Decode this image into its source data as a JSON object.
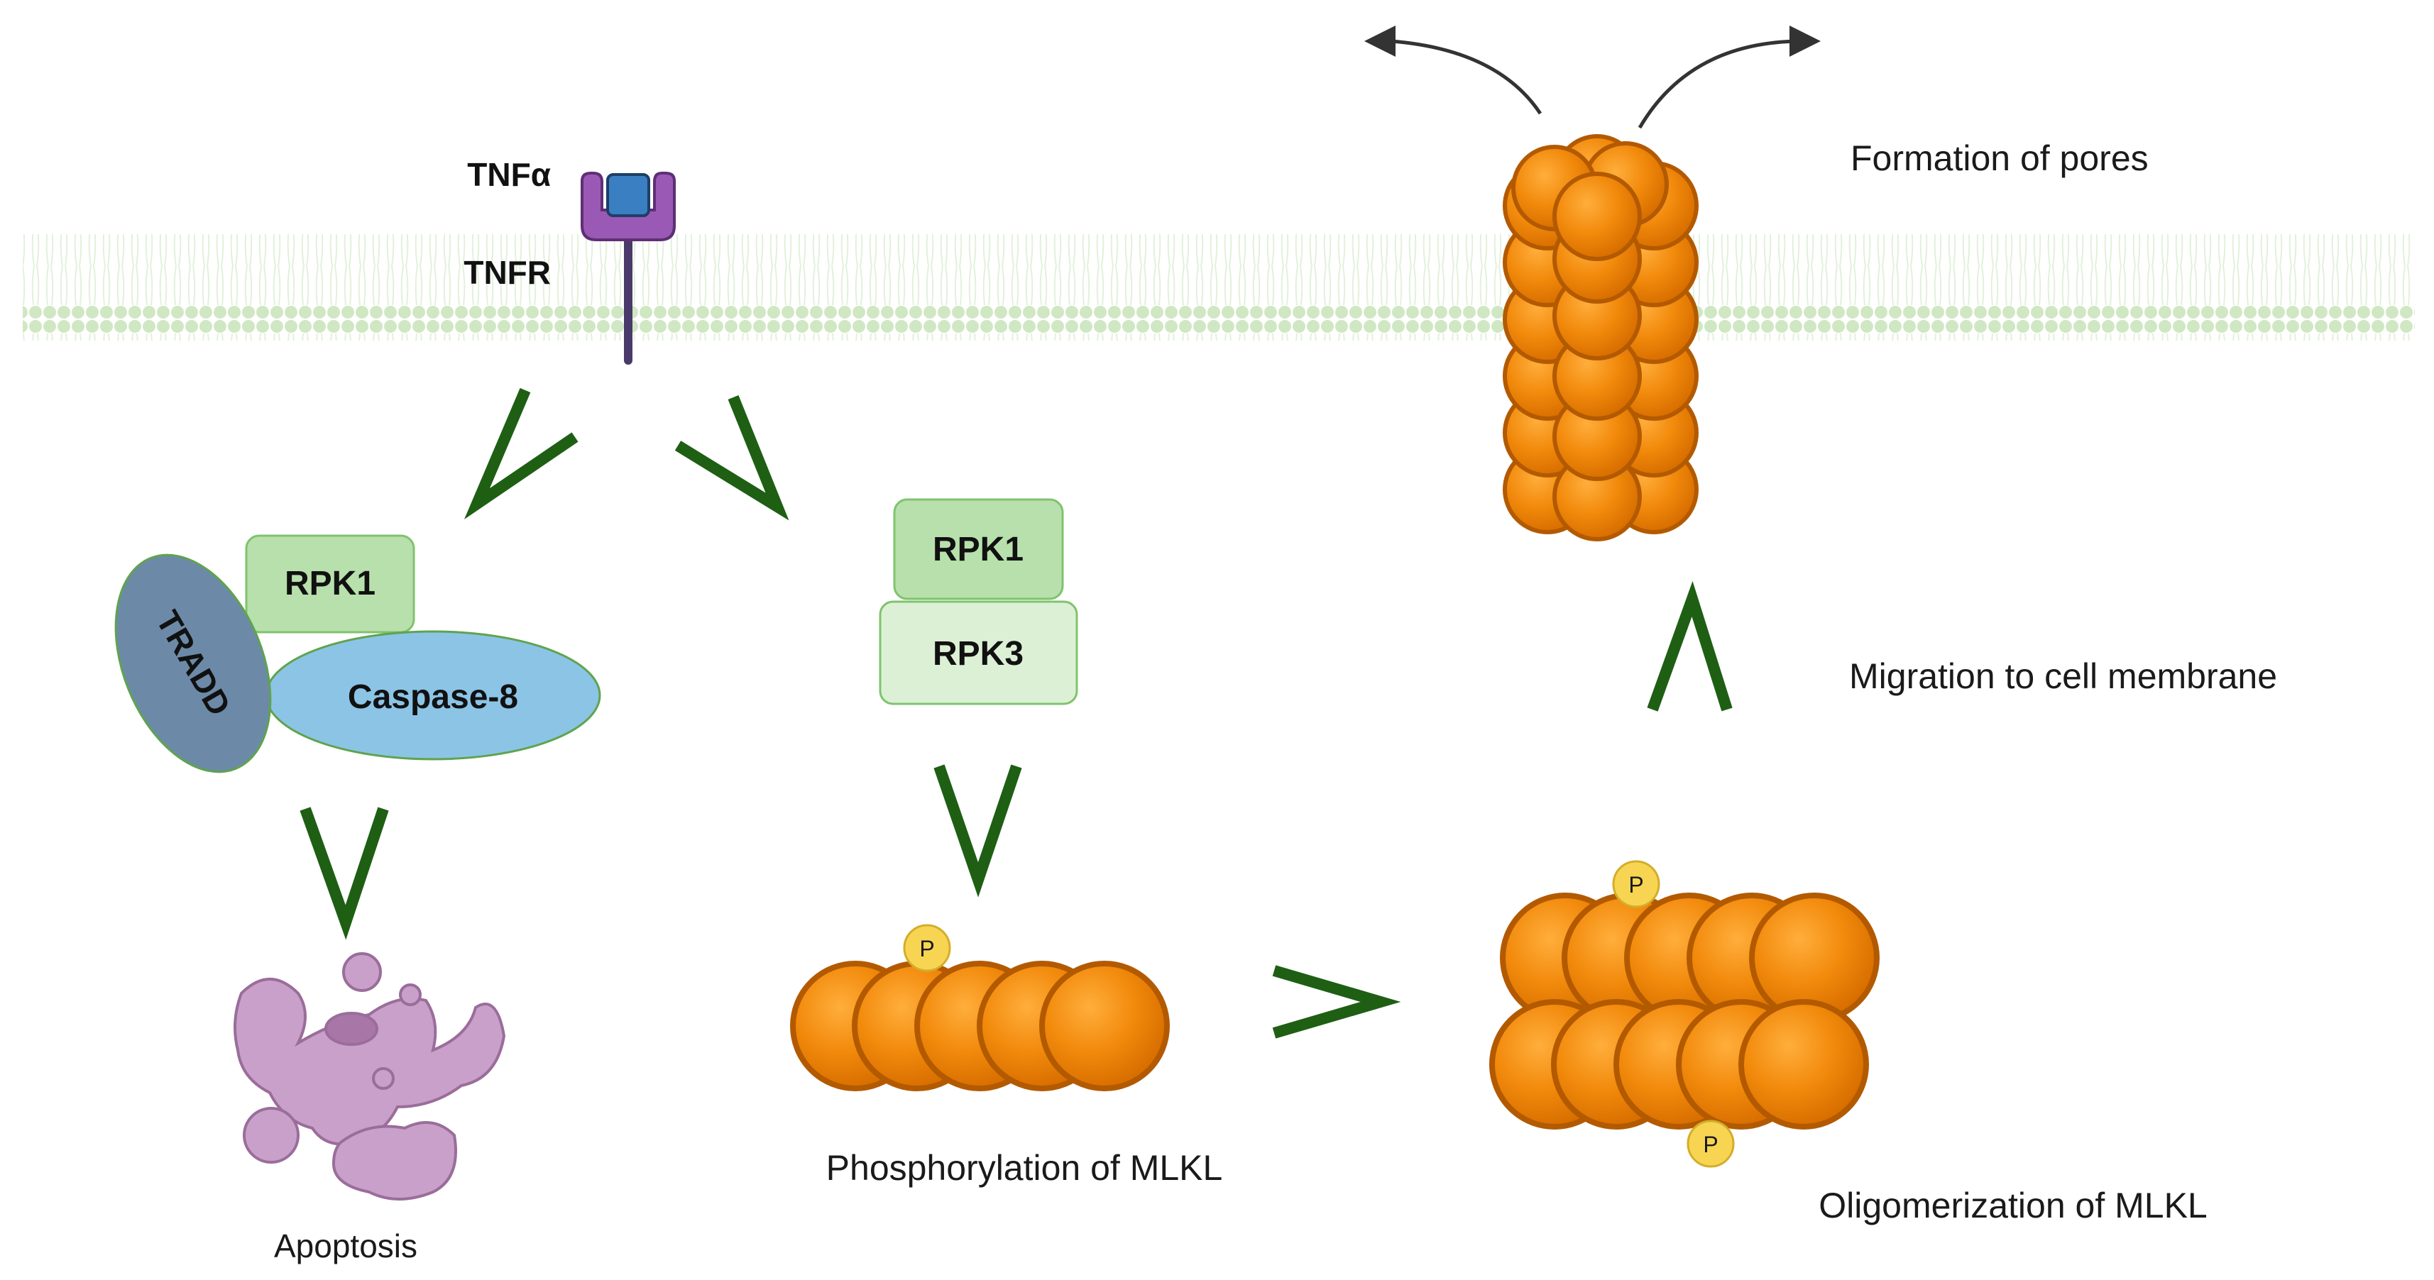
{
  "labels": {
    "tnfa": "TNFα",
    "tnfr": "TNFR",
    "rpk1_left": "RPK1",
    "tradd": "TRADD",
    "caspase8": "Caspase-8",
    "rpk1_center": "RPK1",
    "rpk3": "RPK3",
    "apoptosis": "Apoptosis",
    "phosphorylation": "Phosphorylation of MLKL",
    "oligomerization": "Oligomerization of MLKL",
    "migration": "Migration to cell membrane",
    "pores": "Formation of pores",
    "phospho_mark": "P"
  },
  "colors": {
    "membrane": "#cfe8c3",
    "arrow": "#1e5f14",
    "receptor": "#9b59b6",
    "ligand": "#3a7fc1",
    "rpk1": "#b8e0ad",
    "rpk3": "#dcf0d6",
    "tradd": "#6c8aa8",
    "caspase8": "#8cc4e6",
    "mlkl": "#f28a0c",
    "mlkl_dark": "#b35a00",
    "phospho": "#f7d552",
    "apoptotic_cell": "#c9a0c9"
  }
}
